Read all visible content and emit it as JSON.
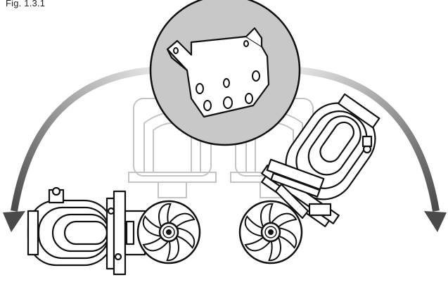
{
  "figure": {
    "caption": "Fig. 1.3.1"
  },
  "colors": {
    "ink": "#111111",
    "ghost": "#bdbdbd",
    "arrow_dark": "#5a5a5a",
    "arrow_light": "#dcdcdc",
    "detail_bg": "#c8c8c8"
  },
  "icons": {
    "left_arrow": "curved-arrow-left",
    "right_arrow": "curved-arrow-right",
    "detail": "mounting-bracket-plate",
    "propeller": "six-blade-propeller"
  }
}
